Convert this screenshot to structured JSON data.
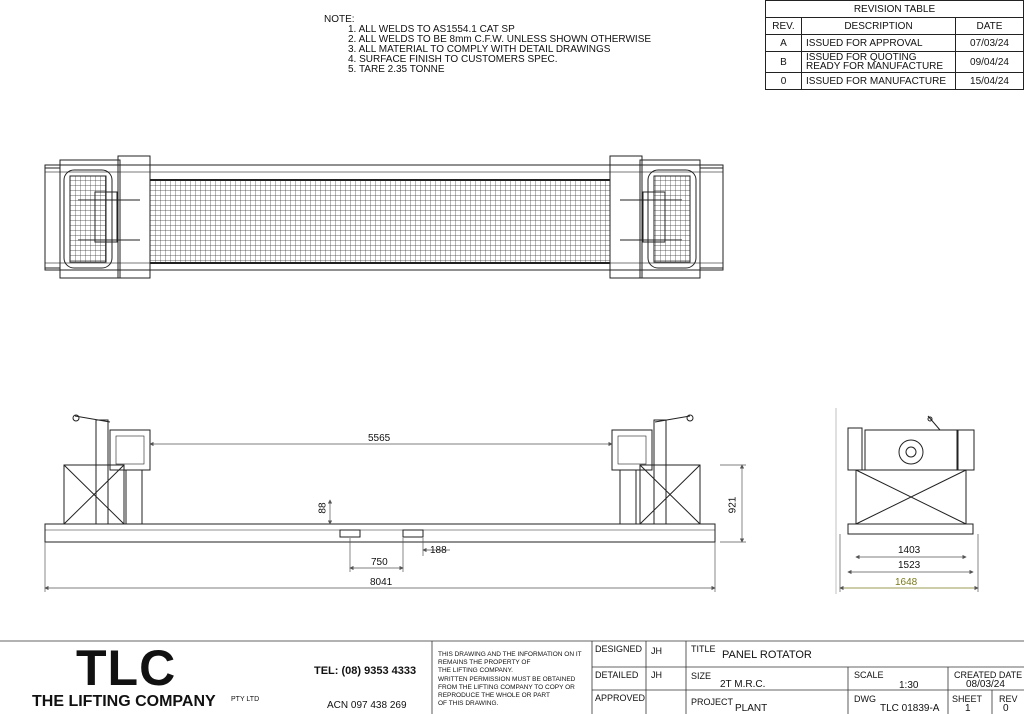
{
  "notes": {
    "title": "NOTE:",
    "items": [
      "1. ALL WELDS TO AS1554.1 CAT SP",
      "2. ALL WELDS TO BE 8mm C.F.W. UNLESS SHOWN OTHERWISE",
      "3. ALL MATERIAL TO COMPLY WITH DETAIL DRAWINGS",
      "4. SURFACE FINISH TO CUSTOMERS SPEC.",
      "5. TARE 2.35 TONNE"
    ]
  },
  "revision_table": {
    "title": "REVISION TABLE",
    "headers": [
      "REV.",
      "DESCRIPTION",
      "DATE"
    ],
    "rows": [
      {
        "rev": "A",
        "description": "ISSUED FOR APPROVAL",
        "date": "07/03/24"
      },
      {
        "rev": "B",
        "description": "ISSUED FOR QUOTING READY FOR MANUFACTURE",
        "date": "09/04/24"
      },
      {
        "rev": "0",
        "description": "ISSUED FOR MANUFACTURE",
        "date": "15/04/24"
      }
    ]
  },
  "dimensions": {
    "span": "5565",
    "height_small": "88",
    "overall_height": "921",
    "gap_a": "750",
    "gap_b": "188",
    "overall_length": "8041",
    "end_width_a": "1403",
    "end_width_b": "1523",
    "end_width_c": "1648"
  },
  "title_block": {
    "logo": "TLC",
    "company": "THE LIFTING COMPANY",
    "company_suffix": "PTY LTD",
    "tel": "TEL: (08) 9353 4333",
    "acn": "ACN 097 438 269",
    "disclaimer": [
      "THIS DRAWING AND THE INFORMATION ON IT",
      "REMAINS THE PROPERTY OF",
      "THE LIFTING COMPANY.",
      "WRITTEN PERMISSION MUST BE OBTAINED",
      "FROM THE LIFTING COMPANY TO COPY OR",
      "REPRODUCE THE WHOLE OR PART",
      "OF THIS DRAWING."
    ],
    "designed_label": "DESIGNED",
    "designed_value": "JH",
    "detailed_label": "DETAILED",
    "detailed_value": "JH",
    "approved_label": "APPROVED",
    "approved_value": "",
    "title_label": "TITLE",
    "title_value": "PANEL ROTATOR",
    "size_label": "SIZE",
    "size_value": "2T M.R.C.",
    "project_label": "PROJECT",
    "project_value": "PLANT",
    "scale_label": "SCALE",
    "scale_value": "1:30",
    "created_label": "CREATED DATE",
    "created_value": "08/03/24",
    "dwg_label": "DWG",
    "dwg_value": "TLC 01839-A",
    "sheet_label": "SHEET",
    "sheet_value": "1",
    "rev_label": "REV",
    "rev_value": "0"
  },
  "colors": {
    "line": "#222222",
    "dim": "#555555",
    "accent_dim": "#7a7a1a"
  }
}
